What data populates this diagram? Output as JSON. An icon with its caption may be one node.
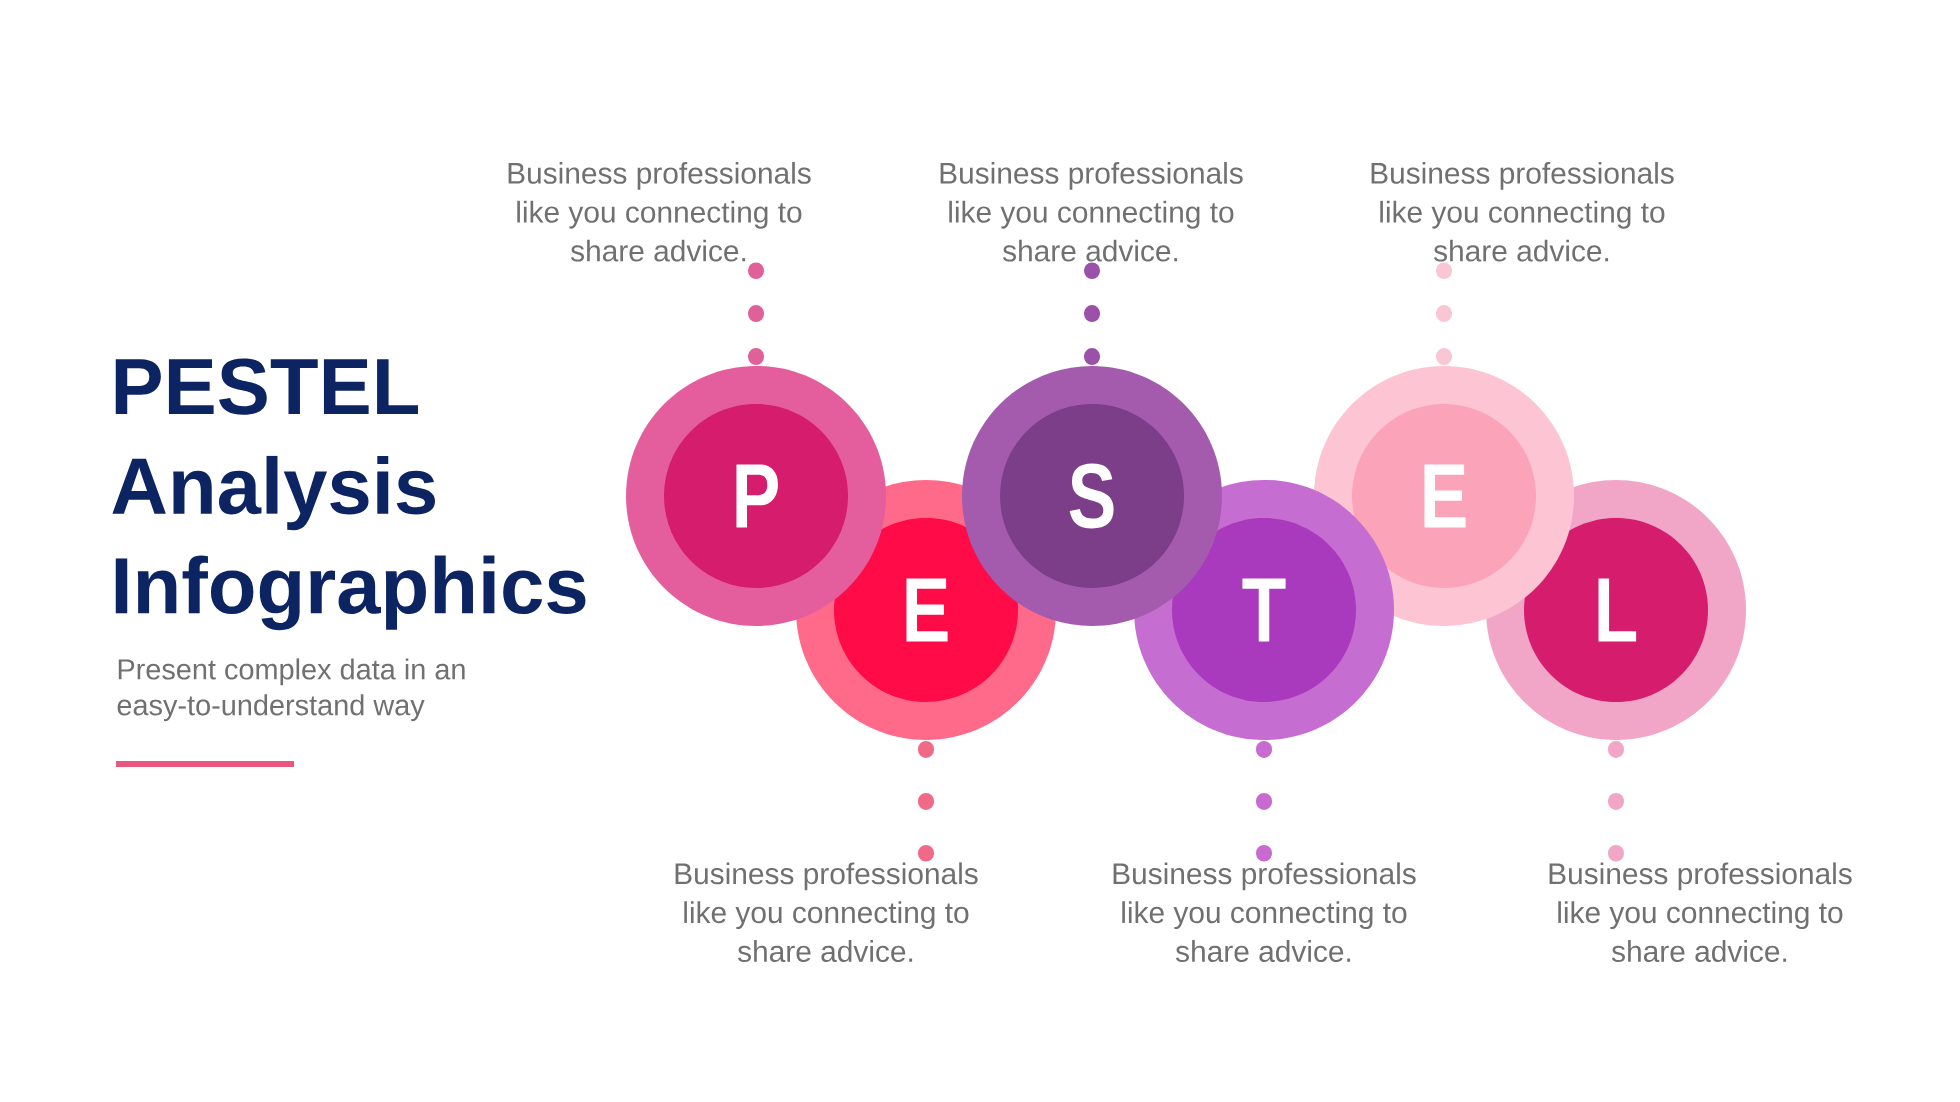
{
  "diagram": {
    "title": "PESTEL Analysis Infographics",
    "nodes": [
      {
        "text": [
          "P"
        ]
      },
      {
        "text": [
          "E"
        ]
      },
      {
        "text": [
          "S"
        ]
      },
      {
        "text": [
          "T"
        ]
      },
      {
        "text": [
          "E"
        ]
      },
      {
        "text": [
          "L"
        ]
      },
      {
        "text": [
          "Business professionals like you connecting to share advice."
        ]
      },
      {
        "text": [
          "Business professionals like you connecting to share advice."
        ]
      },
      {
        "text": [
          "Business professionals like you connecting to share advice."
        ]
      },
      {
        "text": [
          "Business professionals like you connecting to share advice."
        ]
      },
      {
        "text": [
          "Business professionals like you connecting to share advice."
        ]
      },
      {
        "text": [
          "Business professionals like you connecting to share advice."
        ]
      }
    ],
    "edges": [
      {
        "from": 0,
        "to": 6,
        "arrow": "none",
        "style": "dashed",
        "color": "#e0609a"
      },
      {
        "from": 1,
        "to": 7,
        "arrow": "none",
        "style": "dashed",
        "color": "#f06a88"
      },
      {
        "from": 2,
        "to": 8,
        "arrow": "none",
        "style": "dashed",
        "color": "#9b50a9"
      },
      {
        "from": 3,
        "to": 9,
        "arrow": "none",
        "style": "dashed",
        "color": "#c86ad0"
      },
      {
        "from": 4,
        "to": 10,
        "arrow": "none",
        "style": "dashed",
        "color": "#f9c6d4"
      },
      {
        "from": 5,
        "to": 11,
        "arrow": "none",
        "style": "dashed",
        "color": "#f2a6c6"
      }
    ],
    "labels": [
      "Present complex data in an easy-to-understand way"
    ]
  }
}
